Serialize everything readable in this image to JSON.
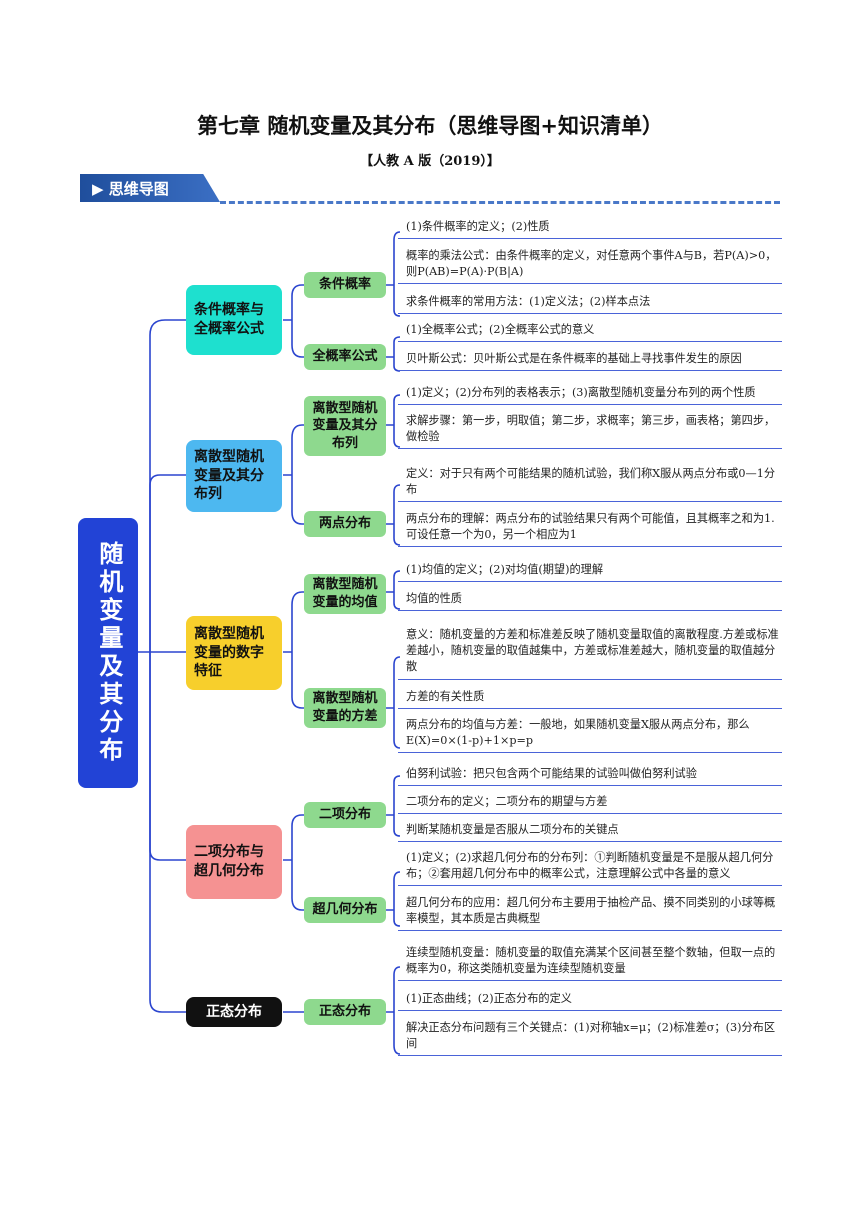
{
  "title": "第七章 随机变量及其分布（思维导图+知识清单）",
  "subtitle": "【人教 A 版（2019）】",
  "section_banner": "思维导图",
  "colors": {
    "root": "#2243d6",
    "branch_1": "#1ee0cf",
    "branch_2": "#4db8f0",
    "branch_3": "#f7cf2c",
    "branch_4": "#f59292",
    "branch_5": "#111111",
    "sub_node": "#8ed98e",
    "connector": "#2b45cf"
  },
  "mindmap": {
    "root": "随机变量及其分布",
    "branches": [
      {
        "label": "条件概率与全概率公式",
        "children": [
          {
            "label": "条件概率",
            "leaves": [
              "(1)条件概率的定义；(2)性质",
              "概率的乘法公式：由条件概率的定义，对任意两个事件A与B，若P(A)>0，则P(AB)=P(A)·P(B|A)",
              "求条件概率的常用方法：(1)定义法；(2)样本点法"
            ]
          },
          {
            "label": "全概率公式",
            "leaves": [
              "(1)全概率公式；(2)全概率公式的意义",
              "贝叶斯公式：贝叶斯公式是在条件概率的基础上寻找事件发生的原因"
            ]
          }
        ]
      },
      {
        "label": "离散型随机变量及其分布列",
        "children": [
          {
            "label": "离散型随机变量及其分布列",
            "leaves": [
              "(1)定义；(2)分布列的表格表示；(3)离散型随机变量分布列的两个性质",
              "求解步骤：第一步，明取值；第二步，求概率；第三步，画表格；第四步，做检验"
            ]
          },
          {
            "label": "两点分布",
            "leaves": [
              "定义：对于只有两个可能结果的随机试验，我们称X服从两点分布或0—1分布",
              "两点分布的理解：两点分布的试验结果只有两个可能值，且其概率之和为1.可设任意一个为0，另一个相应为1"
            ]
          }
        ]
      },
      {
        "label": "离散型随机变量的数字特征",
        "children": [
          {
            "label": "离散型随机变量的均值",
            "leaves": [
              "(1)均值的定义；(2)对均值(期望)的理解",
              "均值的性质"
            ]
          },
          {
            "label": "离散型随机变量的方差",
            "leaves": [
              "意义：随机变量的方差和标准差反映了随机变量取值的离散程度.方差或标准差越小，随机变量的取值越集中，方差或标准差越大，随机变量的取值越分散",
              "方差的有关性质",
              "两点分布的均值与方差：一般地，如果随机变量X服从两点分布，那么E(X)=0×(1-p)+1×p=p"
            ]
          }
        ]
      },
      {
        "label": "二项分布与超几何分布",
        "children": [
          {
            "label": "二项分布",
            "leaves": [
              "伯努利试验：把只包含两个可能结果的试验叫做伯努利试验",
              "二项分布的定义；二项分布的期望与方差",
              "判断某随机变量是否服从二项分布的关键点"
            ]
          },
          {
            "label": "超几何分布",
            "leaves": [
              "(1)定义；(2)求超几何分布的分布列：①判断随机变量是不是服从超几何分布；②套用超几何分布中的概率公式，注意理解公式中各量的意义",
              "超几何分布的应用：超几何分布主要用于抽检产品、摸不同类别的小球等概率模型，其本质是古典概型"
            ]
          }
        ]
      },
      {
        "label": "正态分布",
        "children": [
          {
            "label": "正态分布",
            "leaves": [
              "连续型随机变量：随机变量的取值充满某个区间甚至整个数轴，但取一点的概率为0，称这类随机变量为连续型随机变量",
              "(1)正态曲线；(2)正态分布的定义",
              "解决正态分布问题有三个关键点：(1)对称轴x=μ；(2)标准差σ；(3)分布区间"
            ]
          }
        ]
      }
    ]
  }
}
